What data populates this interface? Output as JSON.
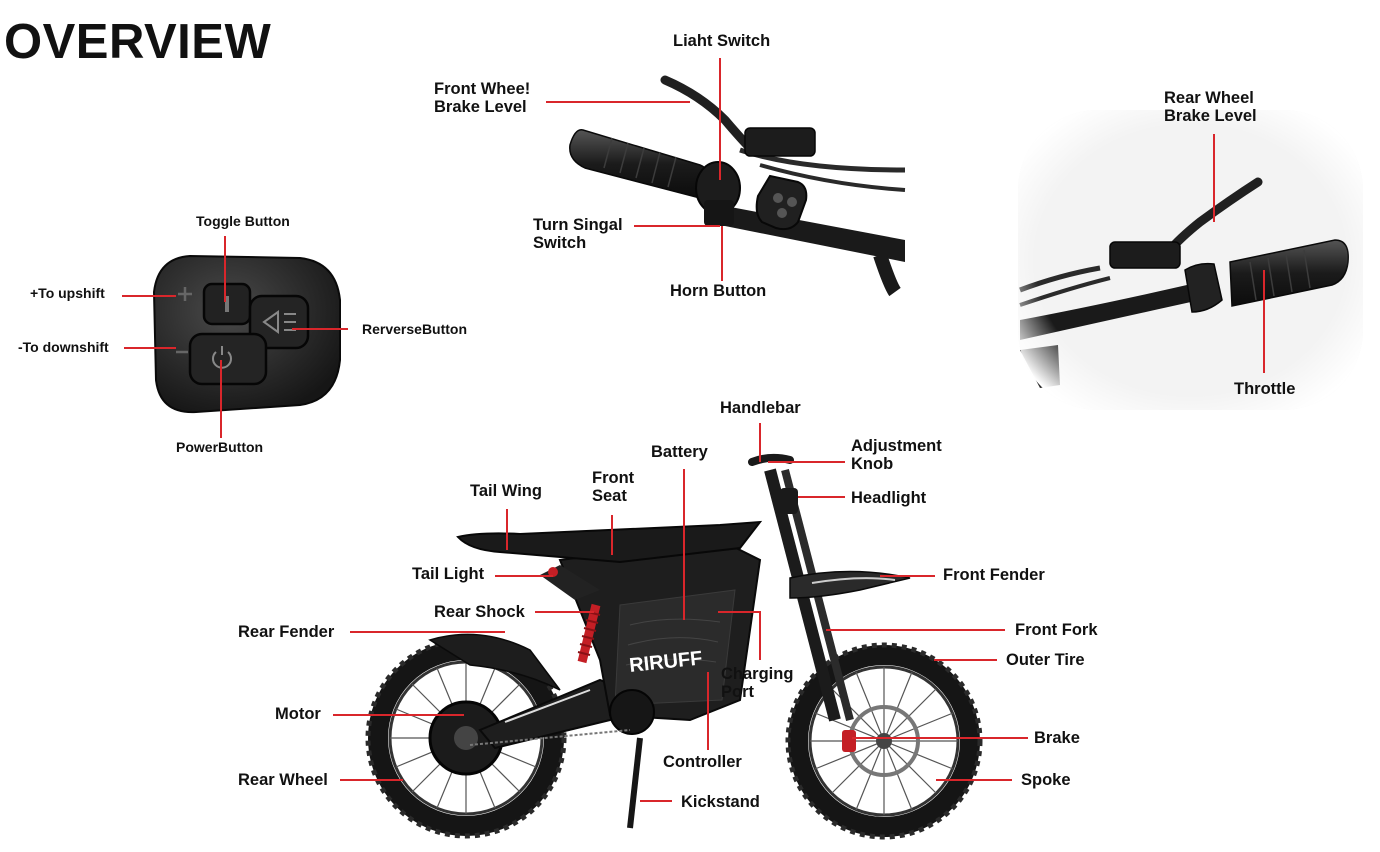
{
  "title": "OVERVIEW",
  "remote_labels": {
    "toggle": "Toggle Button",
    "upshift": "+To upshift",
    "downshift": "-To downshift",
    "reverse": "RerverseButton",
    "power": "PowerButton"
  },
  "left_handlebar_labels": {
    "light_switch": "Liaht Switch",
    "front_brake": "Front Whee!\nBrake Level",
    "turn_signal": "Turn Singal\nSwitch",
    "horn": "Horn Button"
  },
  "right_handlebar_labels": {
    "rear_brake": "Rear Wheel\nBrake Level",
    "throttle": "Throttle"
  },
  "bike_labels": {
    "handlebar": "Handlebar",
    "battery": "Battery",
    "adjustment_knob": "Adjustment\nKnob",
    "headlight": "Headlight",
    "tail_wing": "Tail Wing",
    "front_seat": "Front\nSeat",
    "tail_light": "Tail Light",
    "front_fender": "Front Fender",
    "rear_shock": "Rear Shock",
    "rear_fender": "Rear Fender",
    "front_fork": "Front Fork",
    "outer_tire": "Outer Tire",
    "charging_port": "Charging\nPort",
    "motor": "Motor",
    "brake": "Brake",
    "controller": "Controller",
    "rear_wheel": "Rear Wheel",
    "spoke": "Spoke",
    "kickstand": "Kickstand"
  },
  "brand_text": "RIRUFF",
  "colors": {
    "leader": "#d9262b",
    "text": "#111111",
    "body": "#1e1e1e",
    "accent_red": "#c41f25"
  }
}
